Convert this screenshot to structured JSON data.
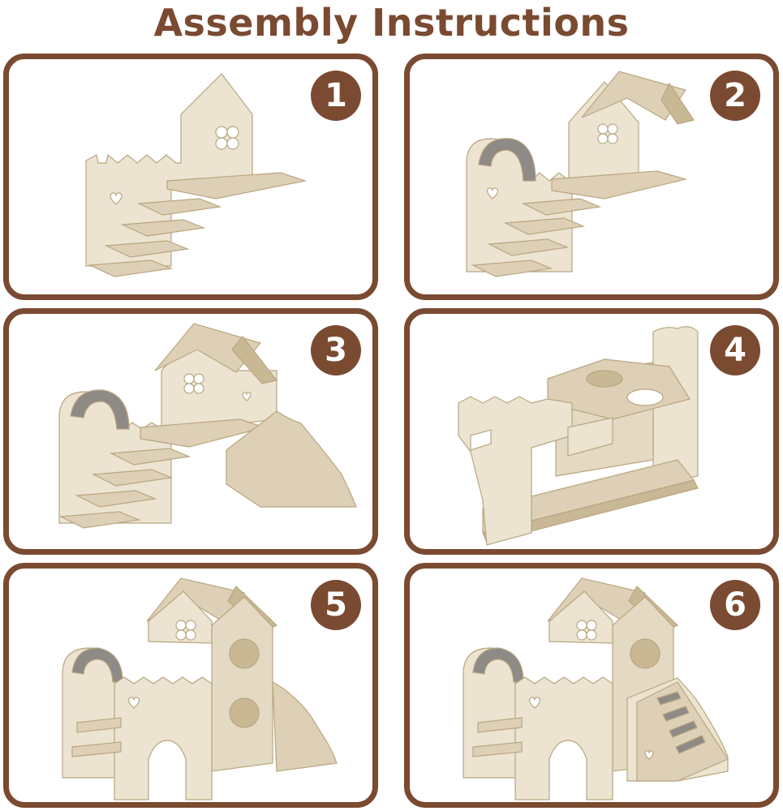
{
  "title": "Assembly Instructions",
  "colors": {
    "frame": "#7a4a31",
    "wood_light": "#ece3d1",
    "wood_mid": "#ddd0b6",
    "wood_dark": "#c9b894",
    "arch": "#8e8a86"
  },
  "steps": [
    {
      "number": "1"
    },
    {
      "number": "2"
    },
    {
      "number": "3"
    },
    {
      "number": "4"
    },
    {
      "number": "5"
    },
    {
      "number": "6"
    }
  ]
}
